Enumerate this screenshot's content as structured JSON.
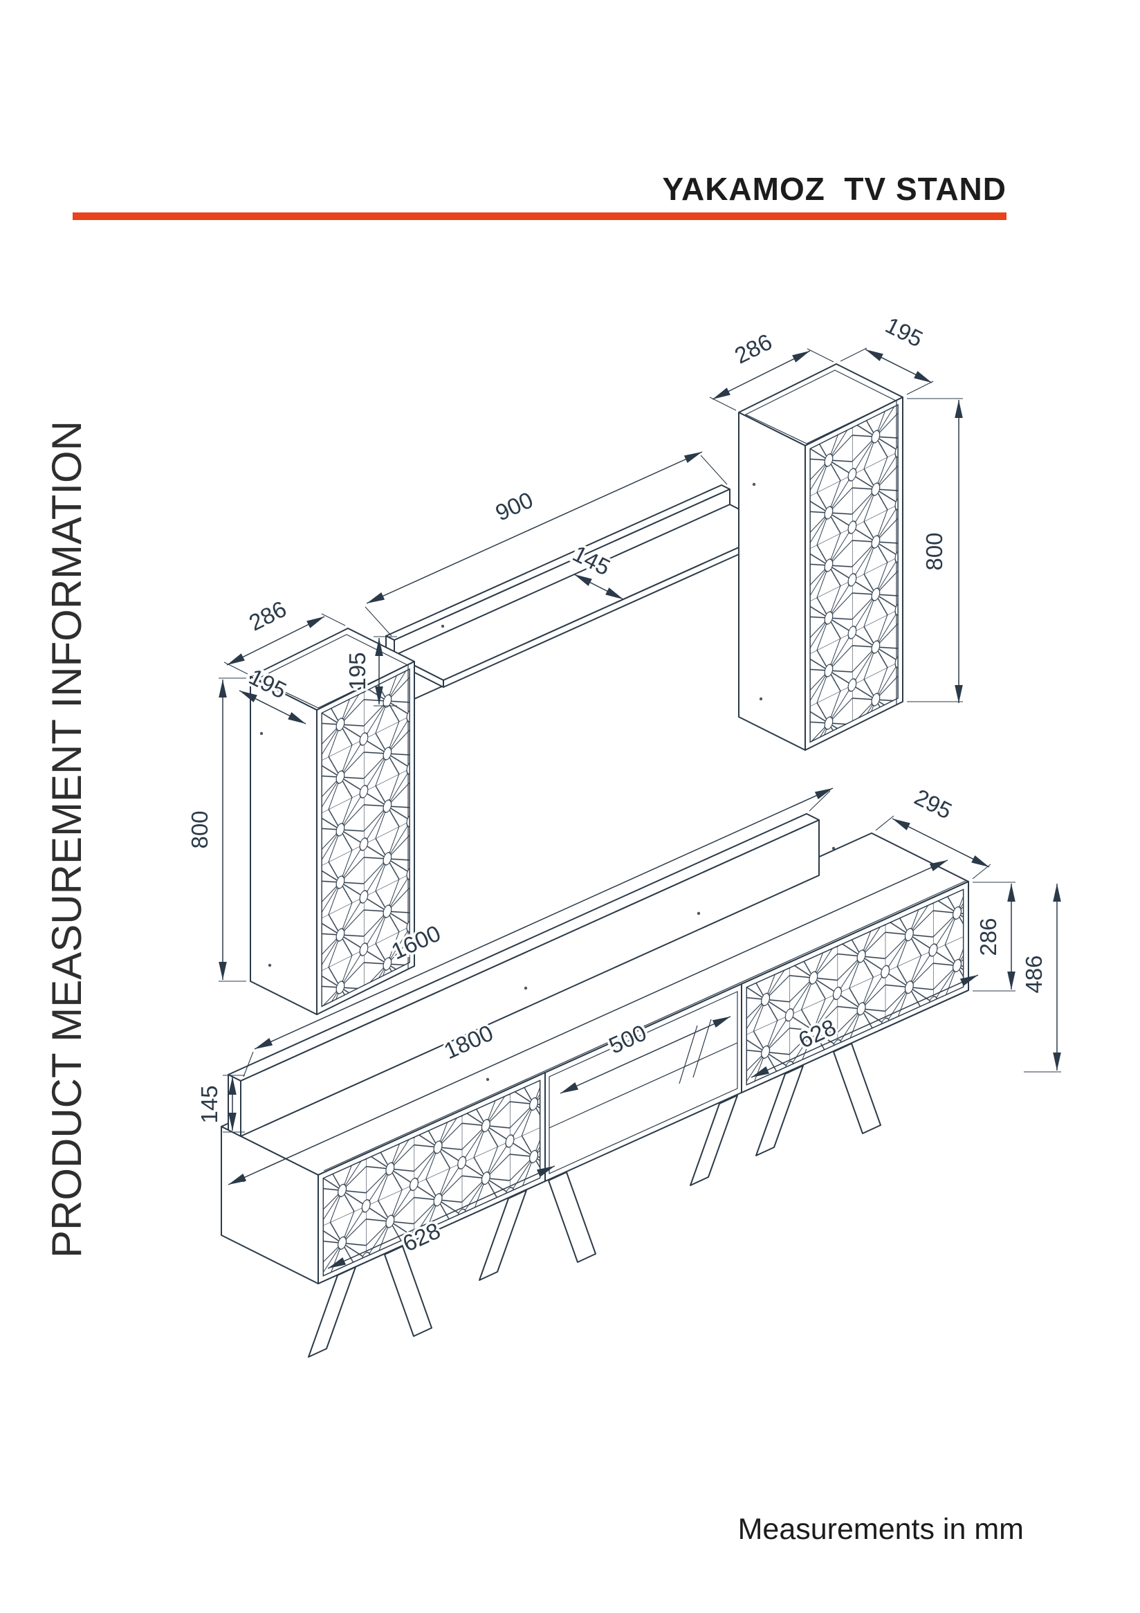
{
  "header": {
    "title": "YAKAMOZ  TV STAND"
  },
  "side_label": "PRODUCT MEASUREMENT INFORMATION",
  "footer": {
    "note": "Measurements in mm"
  },
  "colors": {
    "accent": "#e8431d",
    "line": "#2b3a49",
    "background": "#ffffff"
  },
  "dims": {
    "wall_shelf": {
      "length": "900",
      "depth": "145",
      "back_height": "195"
    },
    "right_cabinet": {
      "width": "286",
      "depth": "195",
      "height": "800"
    },
    "left_cabinet": {
      "width": "286",
      "depth": "195",
      "height": "800"
    },
    "tv_unit": {
      "back_panel_length": "1600",
      "total_length": "1800",
      "depth": "295",
      "body_height": "286",
      "total_height": "486",
      "left_door_width": "628",
      "right_door_width": "628",
      "middle_section_width": "500",
      "back_panel_height": "145"
    }
  }
}
